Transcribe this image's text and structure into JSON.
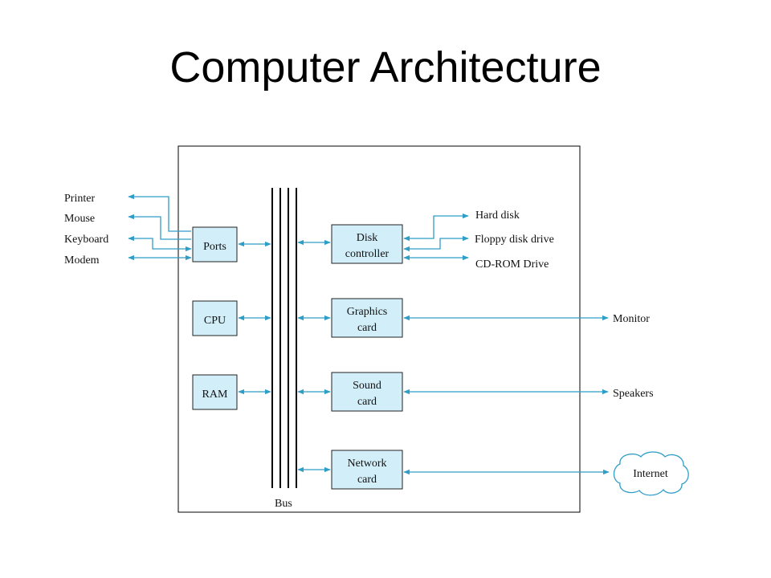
{
  "title": "Computer Architecture",
  "colors": {
    "box_fill": "#d2eef8",
    "connector": "#2f9ec6",
    "line": "#000000"
  },
  "external_left": [
    "Printer",
    "Mouse",
    "Keyboard",
    "Modem"
  ],
  "external_right": {
    "disk_devices": [
      "Hard disk",
      "Floppy disk drive",
      "CD-ROM Drive"
    ],
    "monitor": "Monitor",
    "speakers": "Speakers",
    "internet": "Internet"
  },
  "components": {
    "ports": "Ports",
    "cpu": "CPU",
    "ram": "RAM",
    "disk_controller": [
      "Disk",
      "controller"
    ],
    "graphics_card": [
      "Graphics",
      "card"
    ],
    "sound_card": [
      "Sound",
      "card"
    ],
    "network_card": [
      "Network",
      "card"
    ]
  },
  "bus_label": "Bus"
}
